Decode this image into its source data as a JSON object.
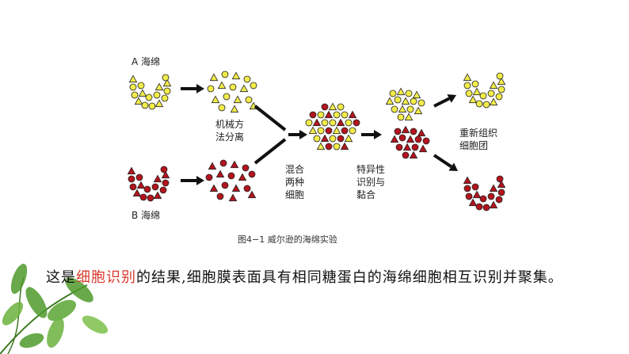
{
  "labels": {
    "sponge_a": "A 海绵",
    "sponge_b": "B 海绵",
    "mechanical_1": "机械方",
    "mechanical_2": "法分离",
    "mix_1": "混合",
    "mix_2": "两种",
    "mix_3": "细胞",
    "specific_1": "特异性",
    "specific_2": "识别与",
    "specific_3": "黏合",
    "reform_1": "重新组织",
    "reform_2": "细胞团"
  },
  "caption": "图4−1    威尔逊的海绵实验",
  "sentence": {
    "before": "这是",
    "highlight": "细胞识别",
    "after": "的结果,细胞膜表面具有相同糖蛋白的海绵细胞相互识别并聚集。"
  },
  "colors": {
    "yellow_cell": "#f2ec4a",
    "red_cell": "#b3141e",
    "highlight": "#d83a2b",
    "leaf": "#4f9a2c"
  }
}
